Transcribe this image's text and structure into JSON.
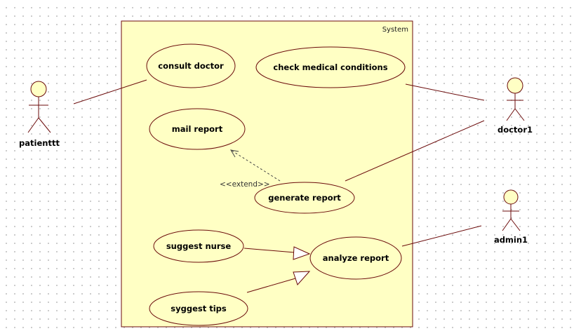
{
  "diagram": {
    "system": {
      "label": "System",
      "fill": "#ffffc4",
      "border": "#6b0b0b"
    },
    "use_cases": {
      "consult_doctor": "consult doctor",
      "check_medical_conditions": "check medical conditions",
      "mail_report": "mail report",
      "generate_report": "generate report",
      "suggest_nurse": "suggest nurse",
      "analyze_report": "analyze report",
      "suggest_tips": "syggest tips"
    },
    "actors": {
      "patient": "patienttt",
      "doctor": "doctor1",
      "admin": "admin1"
    },
    "relations": {
      "extend_label": "<<extend>>",
      "associations": [
        [
          "patienttt",
          "consult doctor"
        ],
        [
          "doctor1",
          "check medical conditions"
        ],
        [
          "doctor1",
          "generate report"
        ],
        [
          "admin1",
          "analyze report"
        ]
      ],
      "extends": [
        [
          "generate report",
          "mail report"
        ]
      ],
      "generalizations": [
        [
          "suggest nurse",
          "analyze report"
        ],
        [
          "syggest tips",
          "analyze report"
        ]
      ]
    },
    "colors": {
      "line": "#6b0b0b",
      "use_case_fill": "#ffffc4",
      "actor_head_fill": "#ffffc4"
    }
  }
}
